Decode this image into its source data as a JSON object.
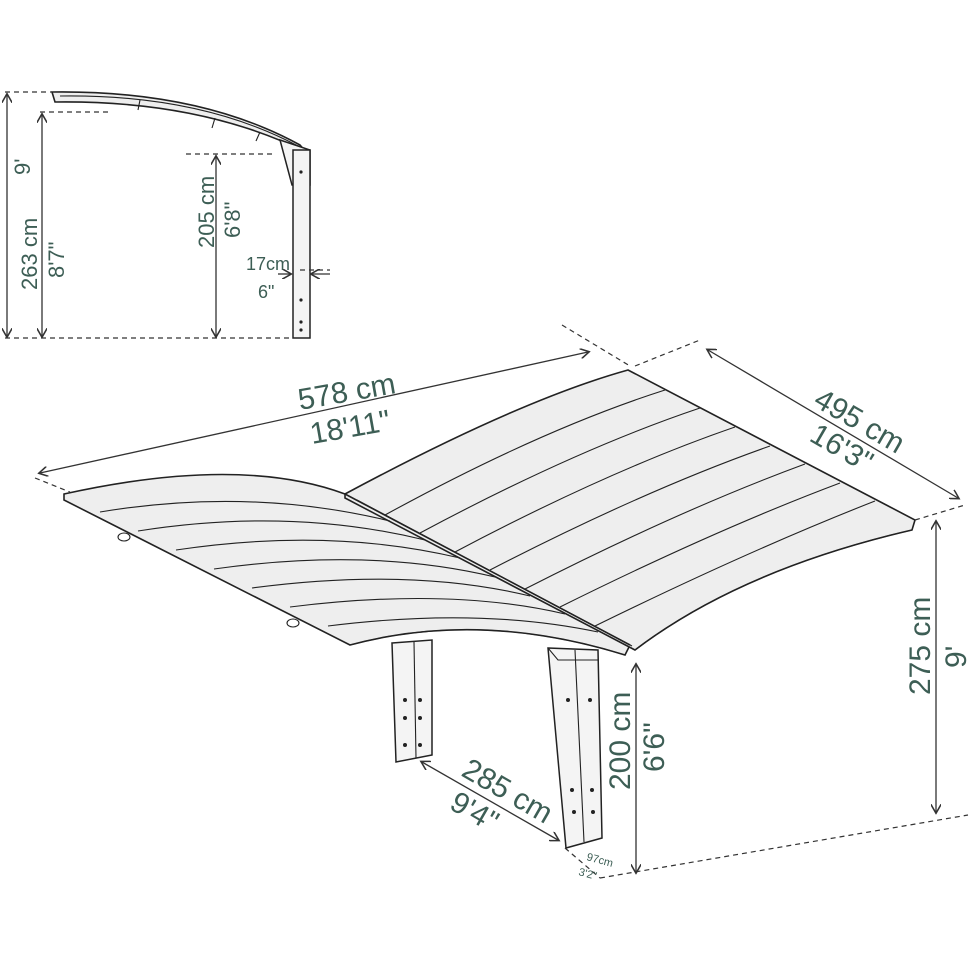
{
  "dimensions": {
    "side_total_height_ft": "9'",
    "side_total_height_cm": "263 cm",
    "side_total_height_in": "8'7\"",
    "side_clear_height_cm": "205 cm",
    "side_clear_height_in": "6'8\"",
    "post_width_cm": "17cm",
    "post_width_in": "6\"",
    "length_cm": "578 cm",
    "length_in": "18'11\"",
    "depth_cm": "495 cm",
    "depth_in": "16'3\"",
    "height_cm": "275 cm",
    "height_ft": "9'",
    "clear_height_cm": "200 cm",
    "clear_height_in": "6'6\"",
    "post_spacing_cm": "285 cm",
    "post_spacing_in": "9'4\"",
    "post_small_cm": "97cm",
    "post_small_in": "3'2\""
  },
  "colors": {
    "dimension_text": "#3d5e55",
    "line": "#222222",
    "roof_fill": "#eeeeee"
  }
}
